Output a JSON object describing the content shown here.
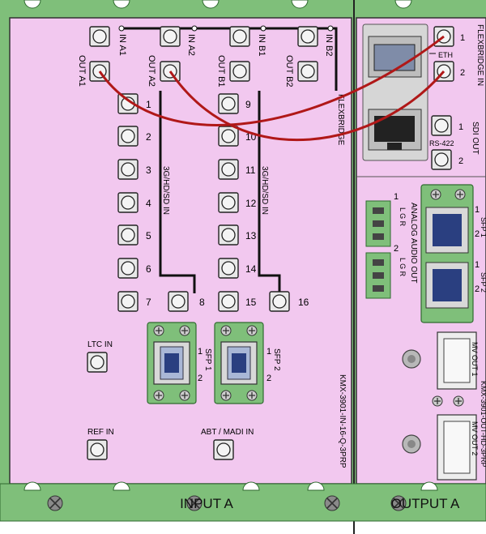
{
  "input_card": {
    "model": "KMX-3901-IN-16-Q-3PRP",
    "inputs_top": [
      "IN A1",
      "IN A2",
      "IN B1",
      "IN B2"
    ],
    "outputs_top": [
      "OUT A1",
      "OUT A2",
      "OUT B1",
      "OUT B2"
    ],
    "flexbridge_label": "FLEXBRIDGE",
    "sdi_group_label": "3G/HD/SD IN",
    "sdi_numbers_left": [
      "1",
      "2",
      "3",
      "4",
      "5",
      "6",
      "7"
    ],
    "sdi_number_8": "8",
    "sdi_numbers_right": [
      "9",
      "10",
      "11",
      "12",
      "13",
      "14",
      "15"
    ],
    "sdi_number_16": "16",
    "sfp1_label": "SFP 1",
    "sfp2_label": "SFP 2",
    "port_1": "1",
    "port_2": "2",
    "ltc_in": "LTC IN",
    "ref_in": "REF IN",
    "abt_madi_in": "ABT / MADI IN"
  },
  "output_card": {
    "model": "KMX-3901-OUT-HD-3PRP",
    "flexbridge_in": "FLEXBRIDGE IN",
    "eth": "ETH",
    "rs422": "RS-422",
    "sdi_out": "SDI OUT",
    "analog_audio_out": "ANALOG AUDIO OUT",
    "audio_row1": "L G R",
    "audio_row2": "L G R",
    "sfp1_label": "SFP 1",
    "sfp2_label": "SFP 2",
    "mv_out1": "MV OUT 1",
    "mv_out2": "MV OUT 2",
    "num_1": "1",
    "num_2": "2"
  },
  "labels": {
    "input": "INPUT A",
    "output": "OUTPUT A"
  },
  "colors": {
    "panel": "#f2c8ef",
    "green": "#7fbf7a",
    "cable": "#b01818"
  }
}
